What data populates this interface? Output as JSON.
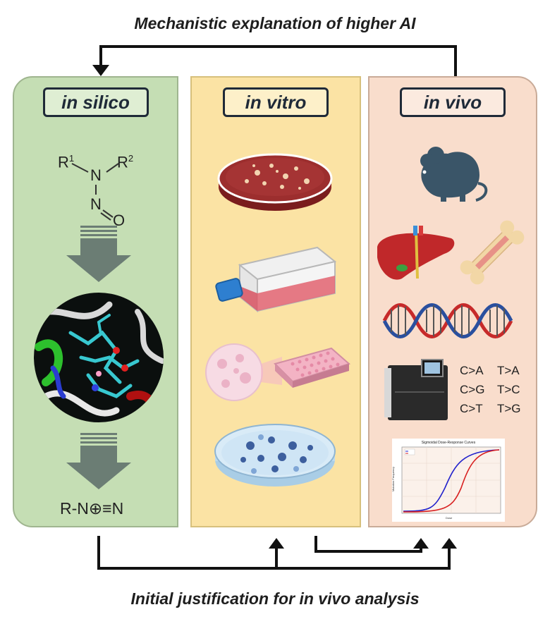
{
  "captions": {
    "top": "Mechanistic explanation of higher AI",
    "bottom": "Initial justification for in vivo analysis"
  },
  "panels": {
    "silico": {
      "title": "in silico",
      "product": "R-N⊕≡N"
    },
    "vitro": {
      "title": "in vitro"
    },
    "vivo": {
      "title": "in vivo",
      "mutations": [
        "C>A",
        "T>A",
        "C>G",
        "T>C",
        "C>T",
        "T>G"
      ],
      "plot": {
        "title": "Sigmoidal Dose-Response Curves",
        "ylabel": "Mutation Frequency",
        "xlabel": "Dose"
      }
    }
  },
  "structure": {
    "r1": "R",
    "r1_sup": "1",
    "r2": "R",
    "r2_sup": "2",
    "n_top": "N",
    "n_bottom": "N",
    "o": "O"
  },
  "colors": {
    "silico": "#c5deb4",
    "vitro": "#fbe3a4",
    "vivo": "#f9ddcc",
    "arrow": "#6b7d74",
    "plot_curve_1": "#2222cc",
    "plot_curve_2": "#d82020"
  }
}
